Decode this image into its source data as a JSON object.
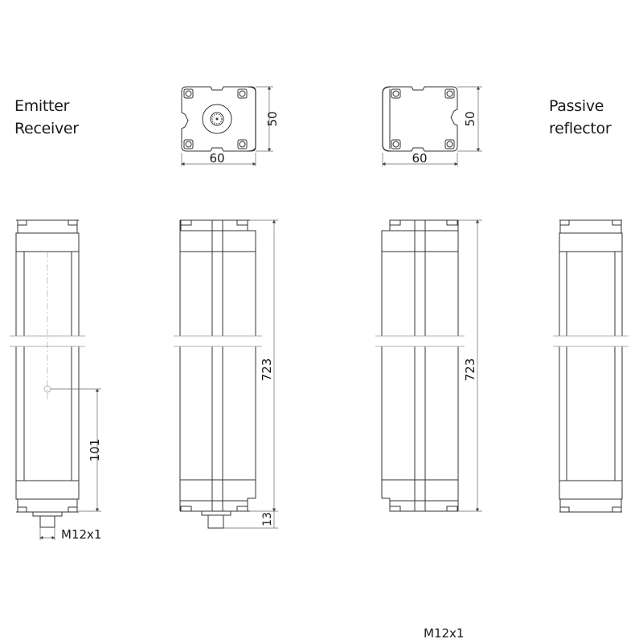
{
  "labels": {
    "emitter_receiver": [
      "Emitter",
      "Receiver"
    ],
    "passive_reflector": [
      "Passive",
      "reflector"
    ]
  },
  "top_views": {
    "left": {
      "width_dim": "60",
      "height_dim": "50",
      "has_connector": true
    },
    "right": {
      "width_dim": "60",
      "height_dim": "50",
      "has_connector": false
    }
  },
  "dimensions": {
    "length_active_side": "723",
    "length_reflector_side": "723",
    "connector_height": "13",
    "beam_offset": "101",
    "thread_left": "M12x1",
    "thread_bottom": "M12x1"
  },
  "colors": {
    "line": "#333333",
    "dim_line": "#666666",
    "center_line": "#999999"
  }
}
